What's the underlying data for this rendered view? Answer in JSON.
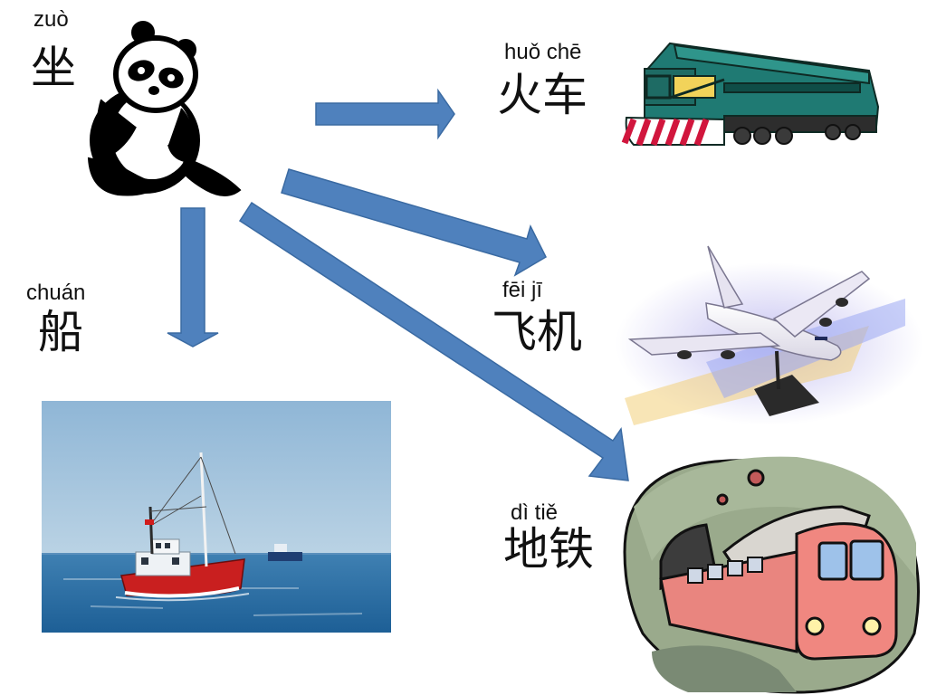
{
  "center": {
    "pinyin": "zuò",
    "hanzi": "坐",
    "image_icon": "panda-icon"
  },
  "destinations": [
    {
      "key": "train",
      "pinyin": "huǒ chē",
      "hanzi": "火车",
      "image_icon": "train-icon"
    },
    {
      "key": "plane",
      "pinyin": "fēi jī",
      "hanzi": "飞机",
      "image_icon": "airplane-icon"
    },
    {
      "key": "subway",
      "pinyin": "dì tiě",
      "hanzi": "地铁",
      "image_icon": "subway-icon"
    },
    {
      "key": "boat",
      "pinyin": "chuán",
      "hanzi": "船",
      "image_icon": "boat-photo"
    }
  ],
  "colors": {
    "arrow": "#4f81bd",
    "arrow_stroke": "#3a6aa2",
    "text": "#111111"
  }
}
